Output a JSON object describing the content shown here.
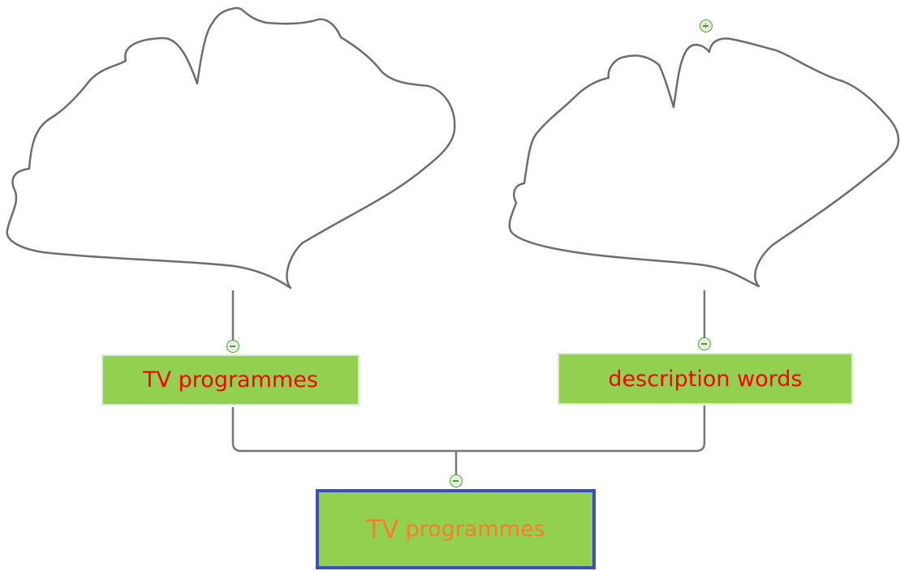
{
  "diagram": {
    "root": {
      "label_part1": "TV",
      "label_part2": "programmes"
    },
    "children": [
      {
        "label": "TV programmes"
      },
      {
        "label": "description words"
      }
    ]
  },
  "colors": {
    "node_fill": "#92d050",
    "child_text": "#ff0000",
    "root_text": "#ff7a2b",
    "root_border": "#3a52b5",
    "connector": "#777777",
    "toggle": "#4aa13a"
  },
  "icons": {
    "cloud_shapes": "bubble-cloud-icon",
    "collapse": "collapse-toggle-icon",
    "expand": "expand-toggle-icon"
  }
}
